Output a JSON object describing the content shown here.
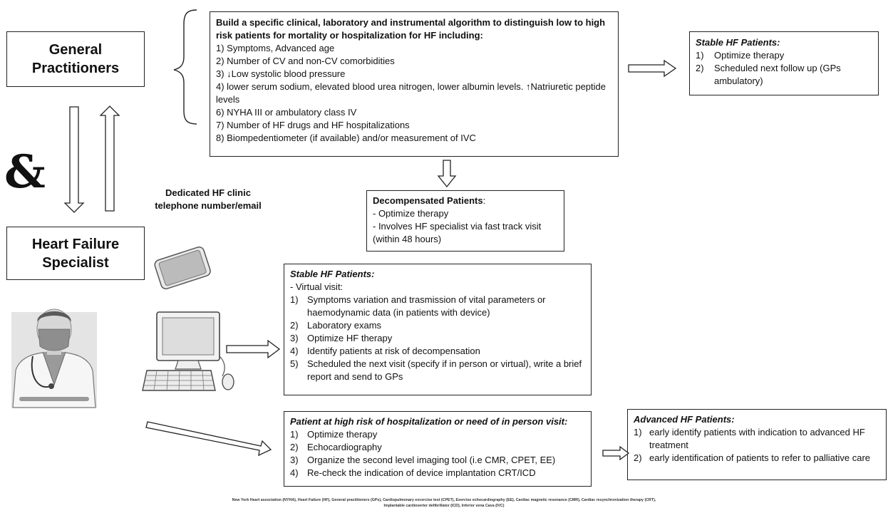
{
  "gp_box": {
    "label": "General\nPractitioners"
  },
  "hfs_box": {
    "label": "Heart Failure\nSpecialist"
  },
  "ampersand": "&",
  "contact_label": "Dedicated HF clinic\ntelephone number/email",
  "algorithm_box": {
    "heading": "Build a specific clinical, laboratory and instrumental algorithm to distinguish low to high risk patients for mortality or hospitalization for HF including:",
    "items": [
      "1)  Symptoms, Advanced age",
      "2)  Number of CV and non-CV comorbidities",
      "3) ↓Low systolic blood pressure",
      "4) lower serum sodium, elevated blood urea nitrogen, lower albumin levels. ↑Natriuretic peptide levels",
      "6) NYHA III or ambulatory class IV",
      "7) Number of HF drugs and HF hospitalizations",
      "8) Biompedentiometer (if available) and/or measurement of IVC"
    ]
  },
  "stable_gp_box": {
    "heading": "Stable HF Patients:",
    "items": [
      {
        "n": "1)",
        "t": "Optimize therapy"
      },
      {
        "n": "2)",
        "t": "Scheduled next follow up (GPs ambulatory)"
      }
    ]
  },
  "decompensated_box": {
    "heading": "Decompensated Patients",
    "heading_suffix": ":",
    "items": [
      "- Optimize therapy",
      "- Involves HF specialist via fast track visit (within 48 hours)"
    ]
  },
  "stable_hf_box": {
    "heading": "Stable HF Patients:",
    "intro": "-   Virtual visit:",
    "items": [
      {
        "n": "1)",
        "t": "Symptoms variation and trasmission of vital parameters or haemodynamic data (in patients with device)"
      },
      {
        "n": "2)",
        "t": "Laboratory exams"
      },
      {
        "n": "3)",
        "t": "Optimize HF therapy"
      },
      {
        "n": "4)",
        "t": "Identify patients at risk of decompensation"
      },
      {
        "n": "5)",
        "t": "Scheduled the next visit (specify if in person or virtual), write a brief report and send to GPs"
      }
    ]
  },
  "high_risk_box": {
    "heading": "Patient at high risk of hospitalization  or need of in person visit:",
    "items": [
      {
        "n": "1)",
        "t": "Optimize therapy"
      },
      {
        "n": "2)",
        "t": "Echocardiography"
      },
      {
        "n": "3)",
        "t": "Organize the second level imaging tool (i.e CMR, CPET, EE)"
      },
      {
        "n": "4)",
        "t": "Re-check the indication of device implantation CRT/ICD"
      }
    ]
  },
  "advanced_box": {
    "heading": "Advanced HF Patients:",
    "items": [
      {
        "n": "1)",
        "t": "early identify patients with indication to advanced HF treatment"
      },
      {
        "n": "2)",
        "t": "early identification of patients to refer to palliative care"
      }
    ]
  },
  "footnote": {
    "line1": "New York Heart association (NYHA), Heart Failure (HF), General practitioners (GPs), Cardiopulmonary  excercise test (CPET), Exercise echocardiography  (EE), Cardiac magnetic resonance (CMR), Cardiac resynchronization therapy (CRT),",
    "line2": "Implantable  cardioverter defibrillator  (ICD), Inferior vena Cava  (IVC)"
  },
  "icons": [
    "smartphone-icon",
    "desktop-computer-icon",
    "doctor-icon"
  ]
}
